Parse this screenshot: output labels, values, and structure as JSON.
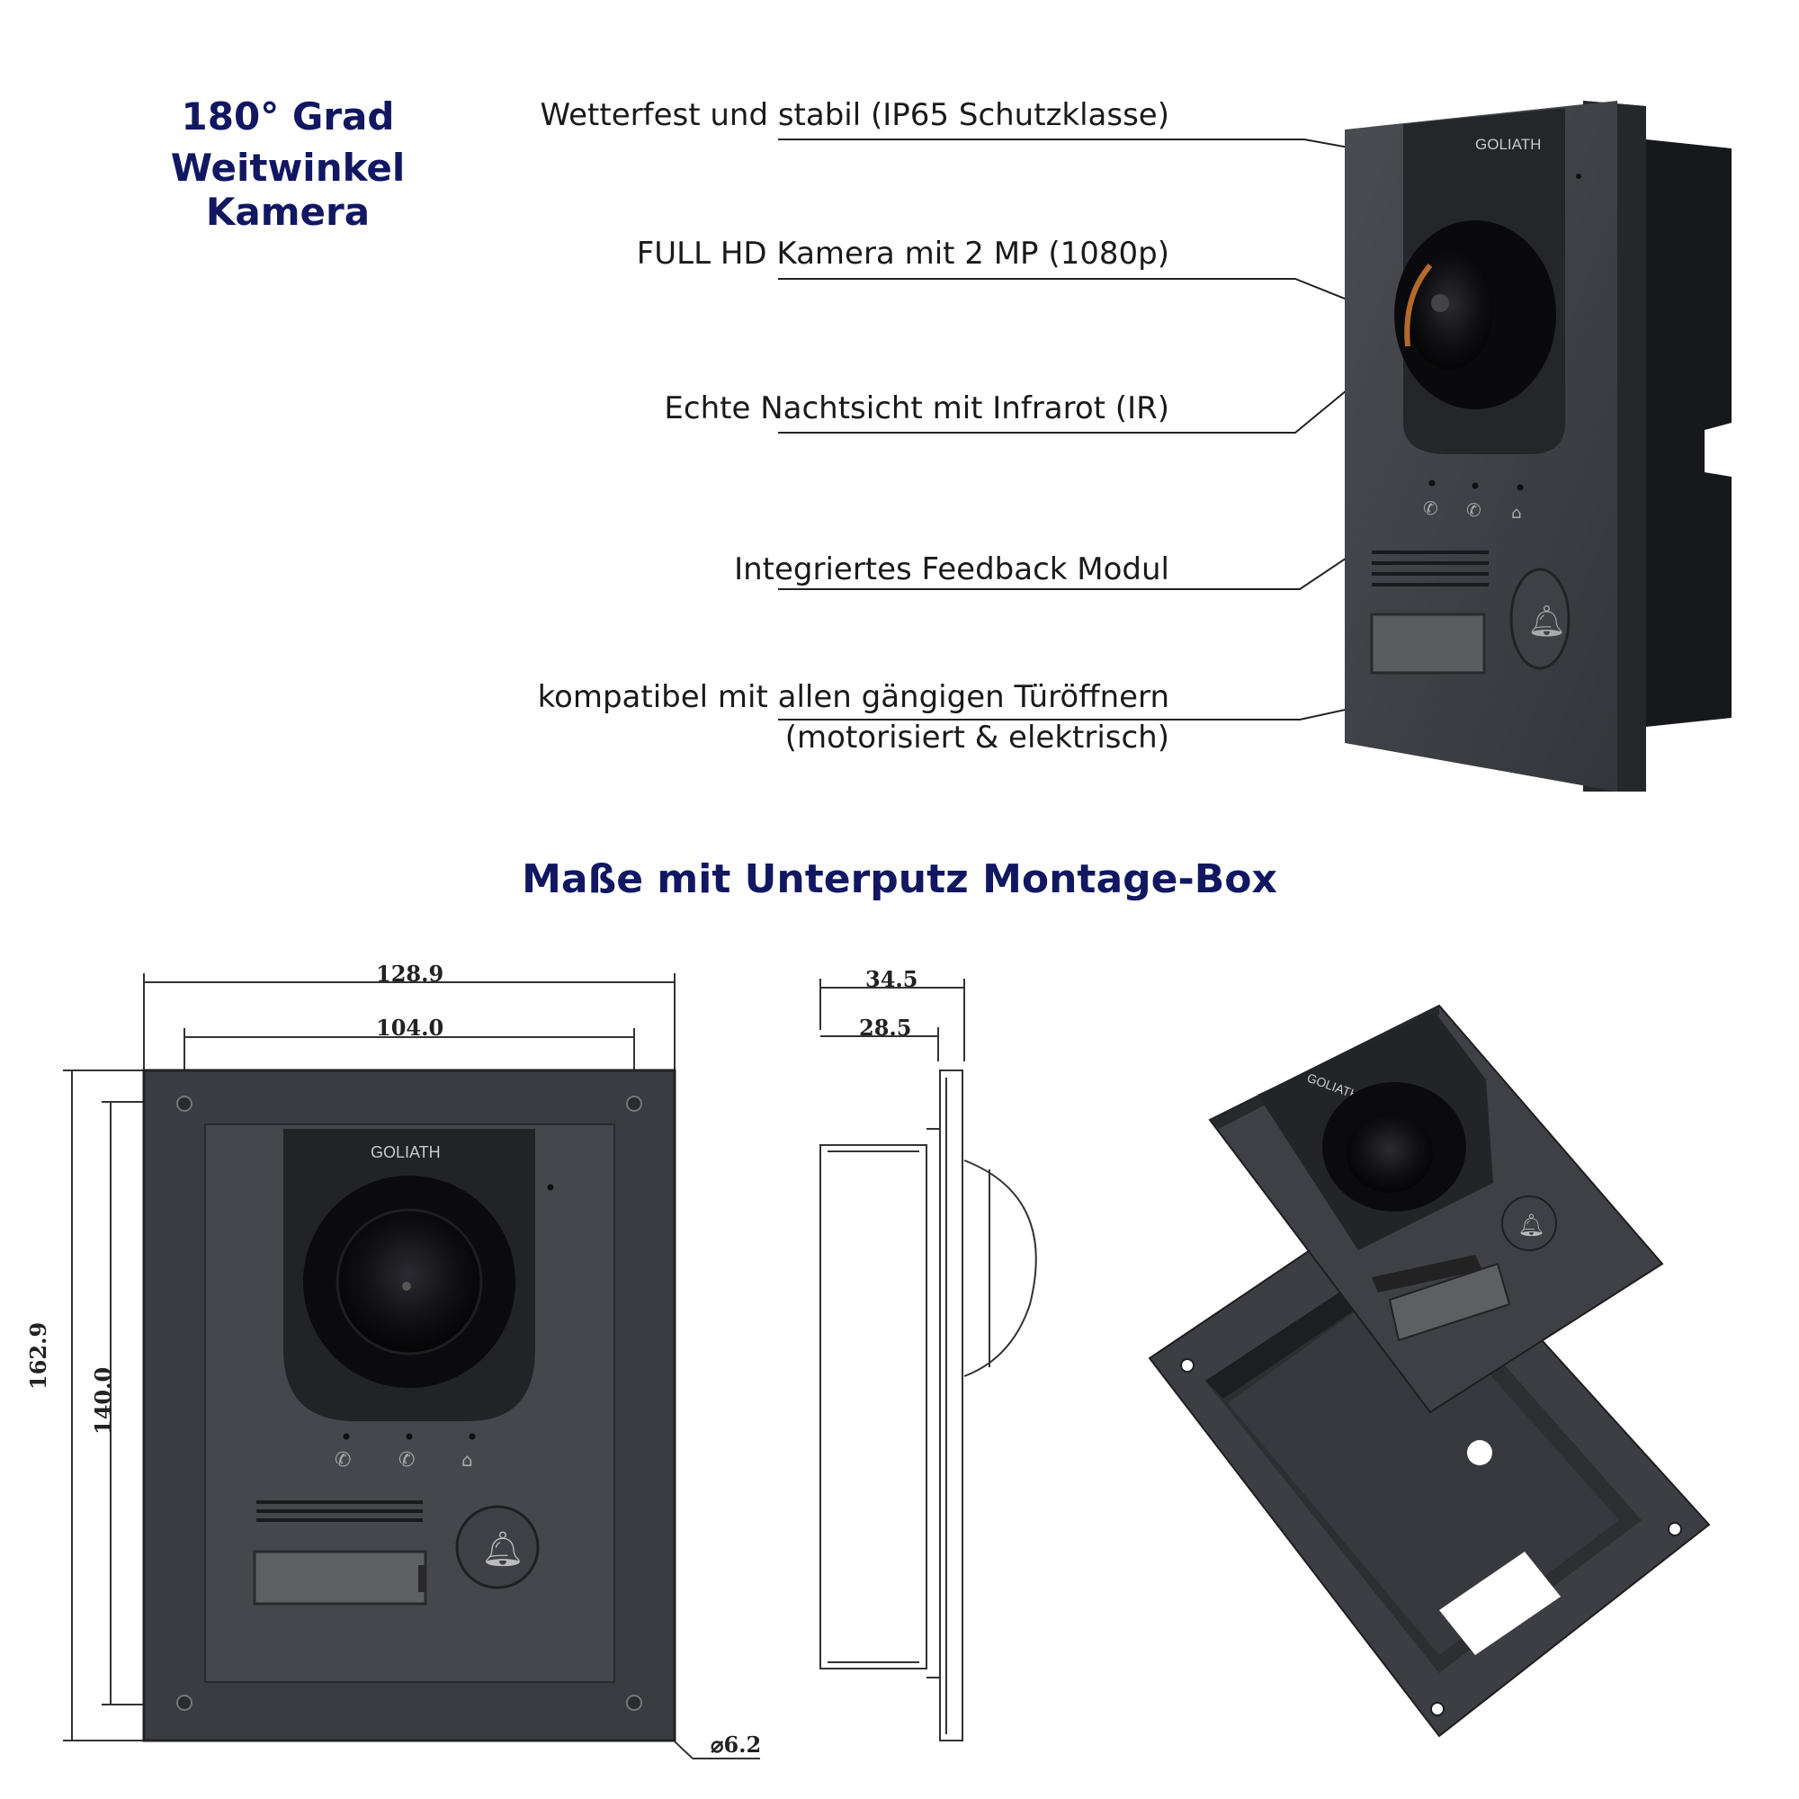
{
  "header": {
    "camera_line1": "180° Grad",
    "camera_line2": "Weitwinkel Kamera"
  },
  "features": [
    "Wetterfest und stabil (IP65 Schutzklasse)",
    "FULL HD Kamera mit 2 MP (1080p)",
    "Echte Nachtsicht mit Infrarot (IR)",
    "Integriertes Feedback Modul",
    "kompatibel mit allen gängigen Türöffnern",
    "(motorisiert & elektrisch)"
  ],
  "section_title": "Maße mit Unterputz Montage-Box",
  "brand": "GOLIATH",
  "dimensions": {
    "total_width": "128.9",
    "inner_width": "104.0",
    "depth_total": "34.5",
    "depth_box": "28.5",
    "total_height": "162.9",
    "inner_height": "140.0",
    "hole": "⌀6.2"
  },
  "colors": {
    "header_text": "#111761",
    "panel": "#3b3d42",
    "panel_dark": "#26282c",
    "lens": "#0c0c0e"
  },
  "icons": [
    "phone-icon",
    "speech-icon",
    "unlock-icon",
    "bell-icon"
  ]
}
